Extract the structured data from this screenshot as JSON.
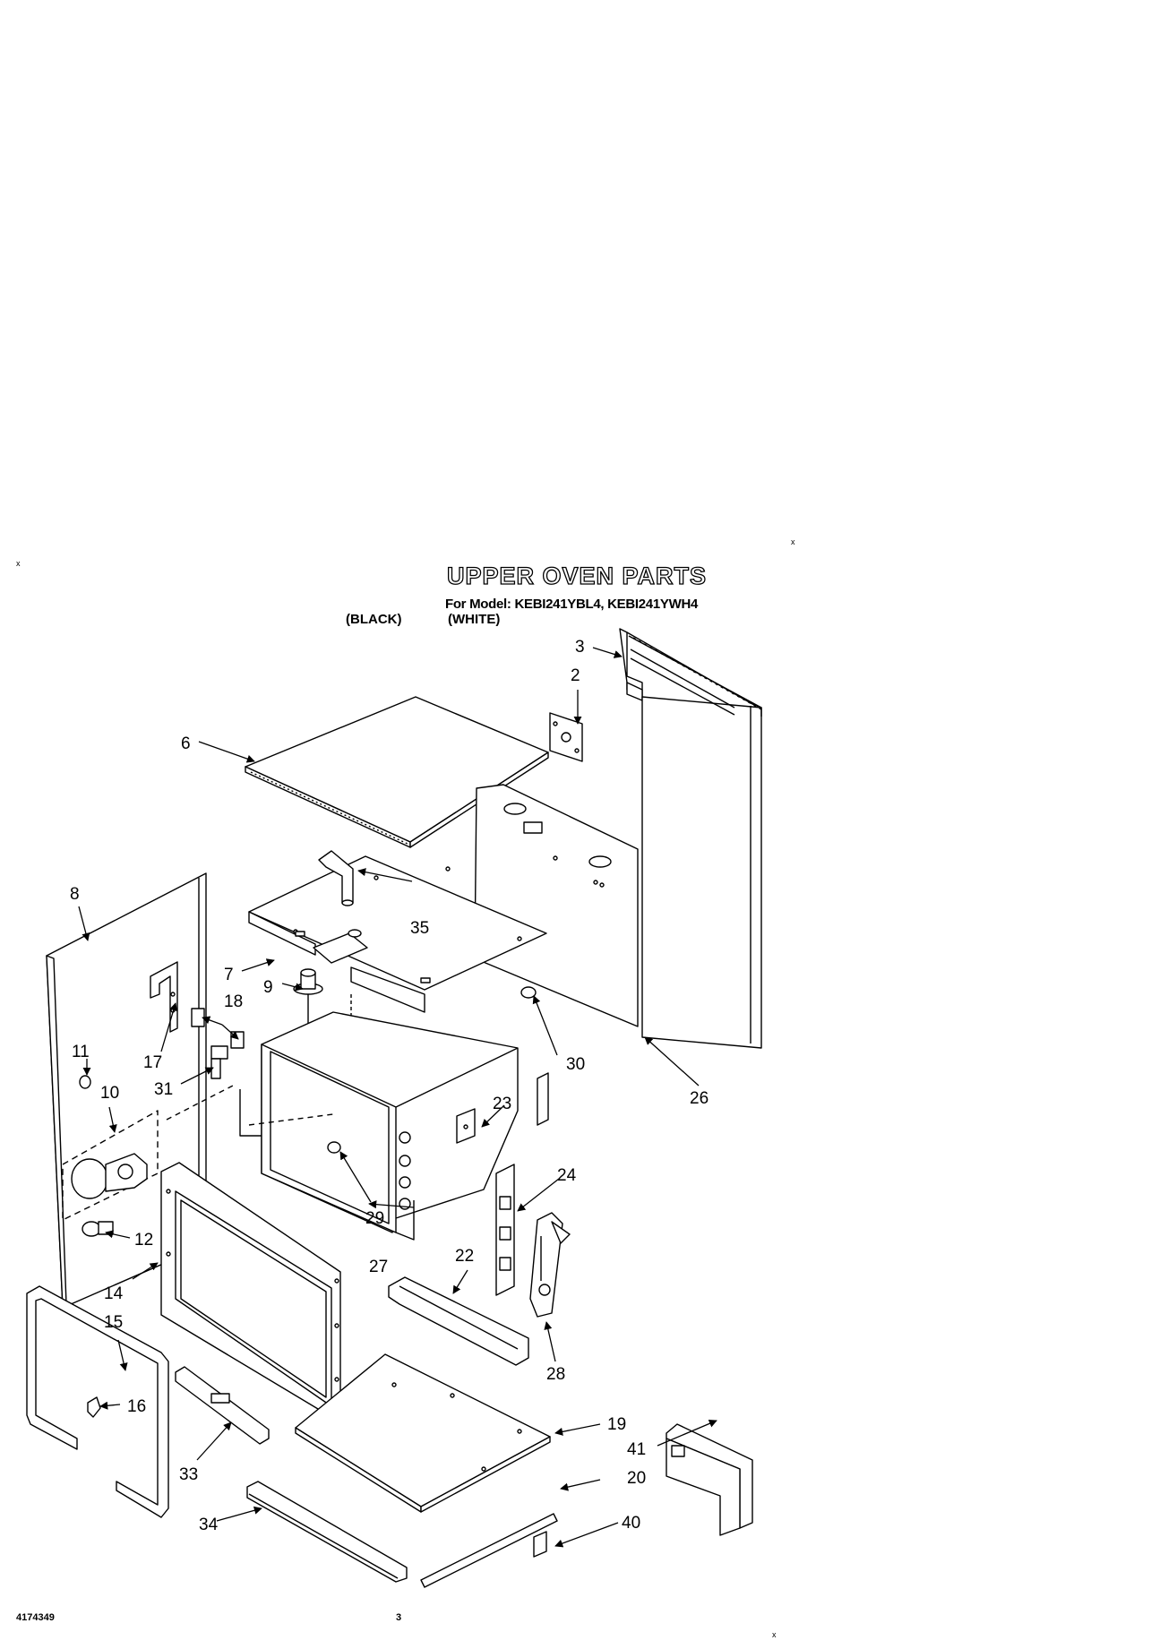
{
  "header": {
    "title": "UPPER OVEN PARTS",
    "models": "For Model: KEBI241YBL4, KEBI241YWH4",
    "color_black": "(BLACK)",
    "color_white": "(WHITE)"
  },
  "footer": {
    "doc_number": "4174349",
    "page_number": "3"
  },
  "markers": [
    "x",
    "x",
    "x"
  ],
  "callouts": [
    "2",
    "3",
    "6",
    "7",
    "8",
    "9",
    "10",
    "11",
    "12",
    "14",
    "15",
    "16",
    "17",
    "18",
    "19",
    "20",
    "22",
    "23",
    "24",
    "26",
    "27",
    "28",
    "29",
    "30",
    "31",
    "33",
    "34",
    "35",
    "40",
    "41"
  ]
}
